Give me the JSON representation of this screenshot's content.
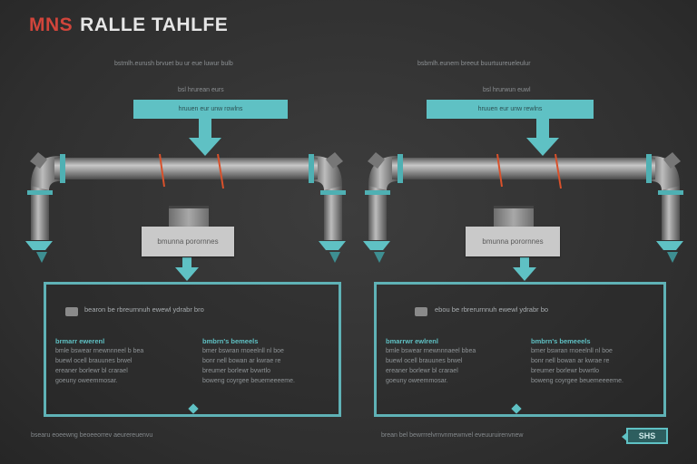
{
  "title": {
    "part1": "MNS",
    "part2": "RALLE TAHLFE"
  },
  "panels": [
    {
      "subtitle": "bstmlh.eurush brvuet bu ur eue luwur bulb",
      "callout_sup": "bsl  hrurean eurs",
      "callout": "hruuen eur unw rowlns",
      "box_label": "bmunna porornnes",
      "info_header": "bearon be rbreurnnuh ewewl ydrabr bro",
      "col1_title": "brmarr ewerenl",
      "col1_lines": [
        "bmle  bswear rnewnnneel b bea",
        "buewl ocell  brauunes brwel",
        "ereaner   borlewr bl crarael",
        "goeuny oweemmosar."
      ],
      "col2_title": "bmbrn's bemeels",
      "col2_lines": [
        "bmer  bswran rnoeelnll nl boe",
        "bonr nell  bowan  ar kwrae re",
        "breumer   borlewr   bvwrtlo",
        "boweng coyrgee beuemeeeeme."
      ],
      "footer": "bsearu eoeewng beoeeorrev aeurereuenvu"
    },
    {
      "subtitle": "bsbmlh.eunem breeut buurtuureueleulur",
      "callout_sup": "bsl  hrurwun euwl",
      "callout": "hruuen eur unw rewlns",
      "box_label": "bmunna porornnes",
      "info_header": "ebou be rbrerurnnuh ewewl ydrabr bo",
      "col1_title": "bmarrwr ewlrenl",
      "col1_lines": [
        "bmle  bswear rnewnnnaeel bbea",
        "buewl ocell  brauunes brwel",
        "ereaner   borlewr bl crarael",
        "goeuny oweemmosar."
      ],
      "col2_title": "bmbrn's bemeeels",
      "col2_lines": [
        "bmer  bswran rnoeelnll nl boe",
        "bonr nell  bowan  ar kwrae re",
        "breumer   borlewr   bvwrtlo",
        "boweng coyrgee beuemeeeeme."
      ],
      "footer": "brean bel bewrrrelvrnvnmewnvel eveuuruirenvnew"
    }
  ],
  "badge": "SHS",
  "colors": {
    "accent": "#5fc1c4",
    "title_red": "#d1453b",
    "pipe": "#9a9a9a",
    "marker": "#d9512b"
  }
}
